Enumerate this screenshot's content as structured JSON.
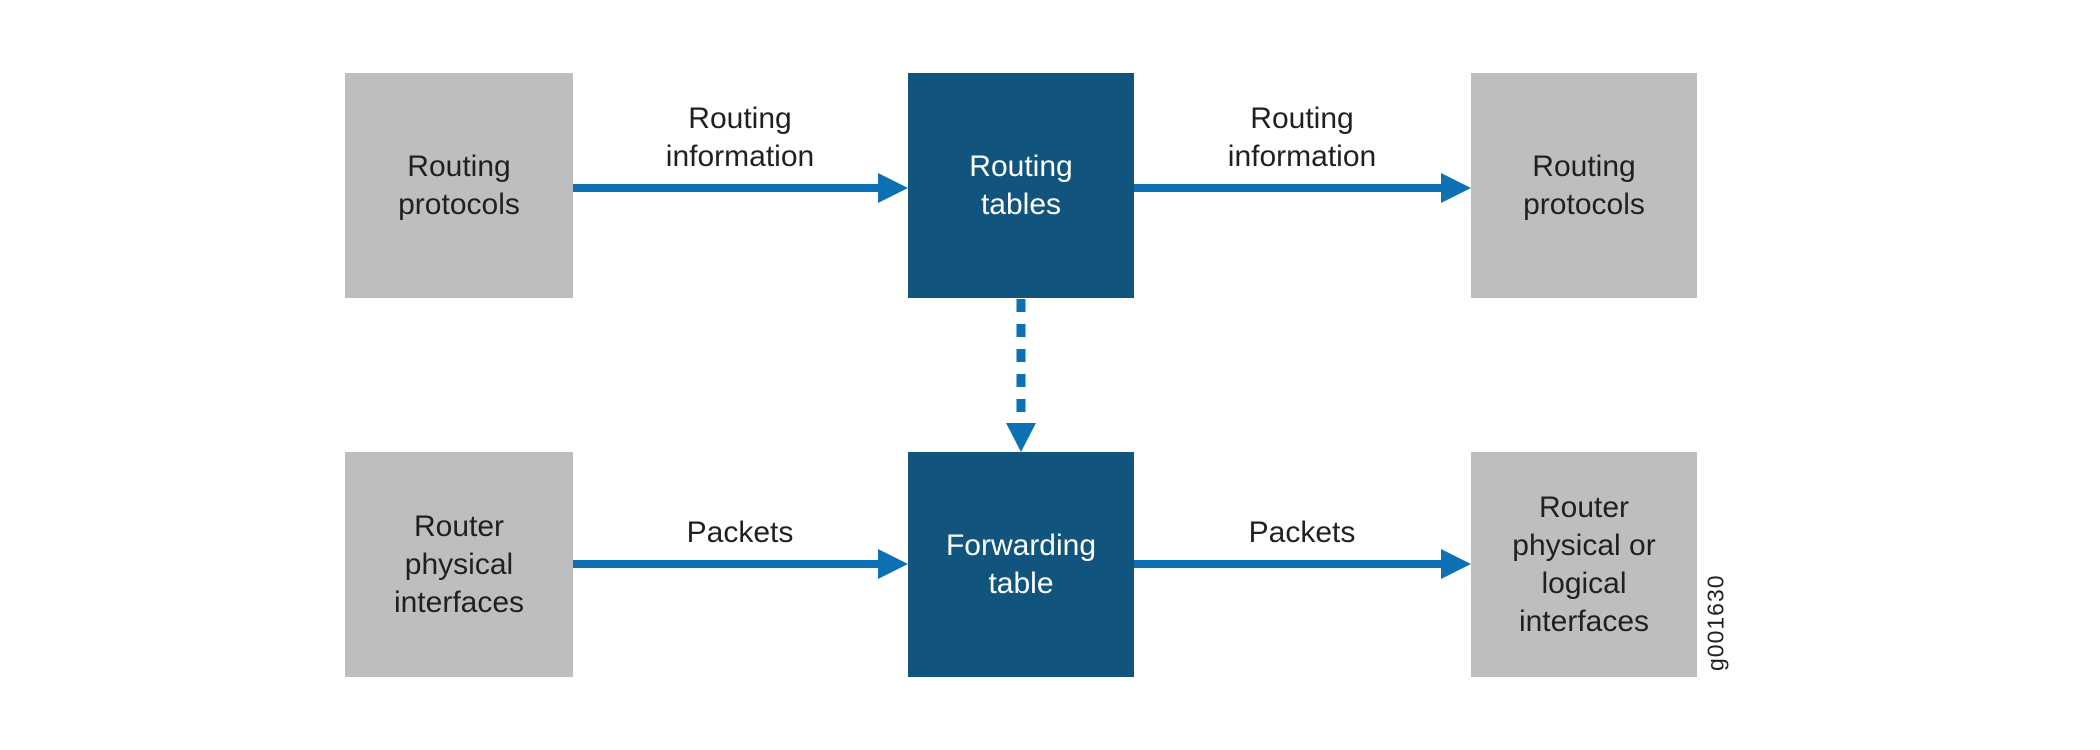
{
  "figure": {
    "id_label": "g001630",
    "colors": {
      "box_gray": "#bcbec0",
      "box_blue": "#11547d",
      "arrow_blue": "#0d70b5",
      "text_dark": "#231f20",
      "text_light": "#ffffff",
      "bg": "#ffffff"
    },
    "boxes": [
      {
        "id": "routing-protocols-top-left",
        "label": "Routing\nprotocols",
        "variant": "gray"
      },
      {
        "id": "routing-tables",
        "label": "Routing\ntables",
        "variant": "blue"
      },
      {
        "id": "routing-protocols-top-right",
        "label": "Routing\nprotocols",
        "variant": "gray"
      },
      {
        "id": "router-physical-interfaces",
        "label": "Router\nphysical\ninterfaces",
        "variant": "gray"
      },
      {
        "id": "forwarding-table",
        "label": "Forwarding\ntable",
        "variant": "blue"
      },
      {
        "id": "router-physical-or-logical-interfaces",
        "label": "Router\nphysical or\nlogical\ninterfaces",
        "variant": "gray"
      }
    ],
    "arrow_labels": [
      {
        "id": "routing-information-left",
        "label": "Routing\ninformation"
      },
      {
        "id": "routing-information-right",
        "label": "Routing\ninformation"
      },
      {
        "id": "packets-left",
        "label": "Packets"
      },
      {
        "id": "packets-right",
        "label": "Packets"
      }
    ]
  }
}
